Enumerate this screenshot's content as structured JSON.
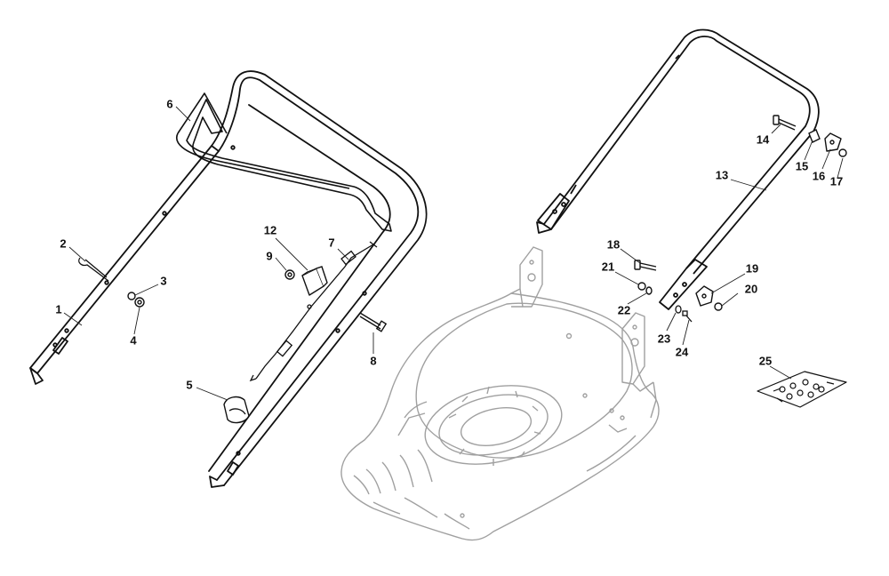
{
  "callouts": {
    "c1": "1",
    "c2": "2",
    "c3": "3",
    "c4": "4",
    "c5": "5",
    "c6": "6",
    "c7": "7",
    "c8": "8",
    "c9": "9",
    "c12": "12",
    "c13": "13",
    "c14": "14",
    "c15": "15",
    "c16": "16",
    "c17": "17",
    "c18": "18",
    "c19": "19",
    "c20": "20",
    "c21": "21",
    "c22": "22",
    "c23": "23",
    "c24": "24",
    "c25": "25"
  },
  "colors": {
    "line": "#111111",
    "deck_outline": "#9a9a9a",
    "leader": "#222222"
  }
}
